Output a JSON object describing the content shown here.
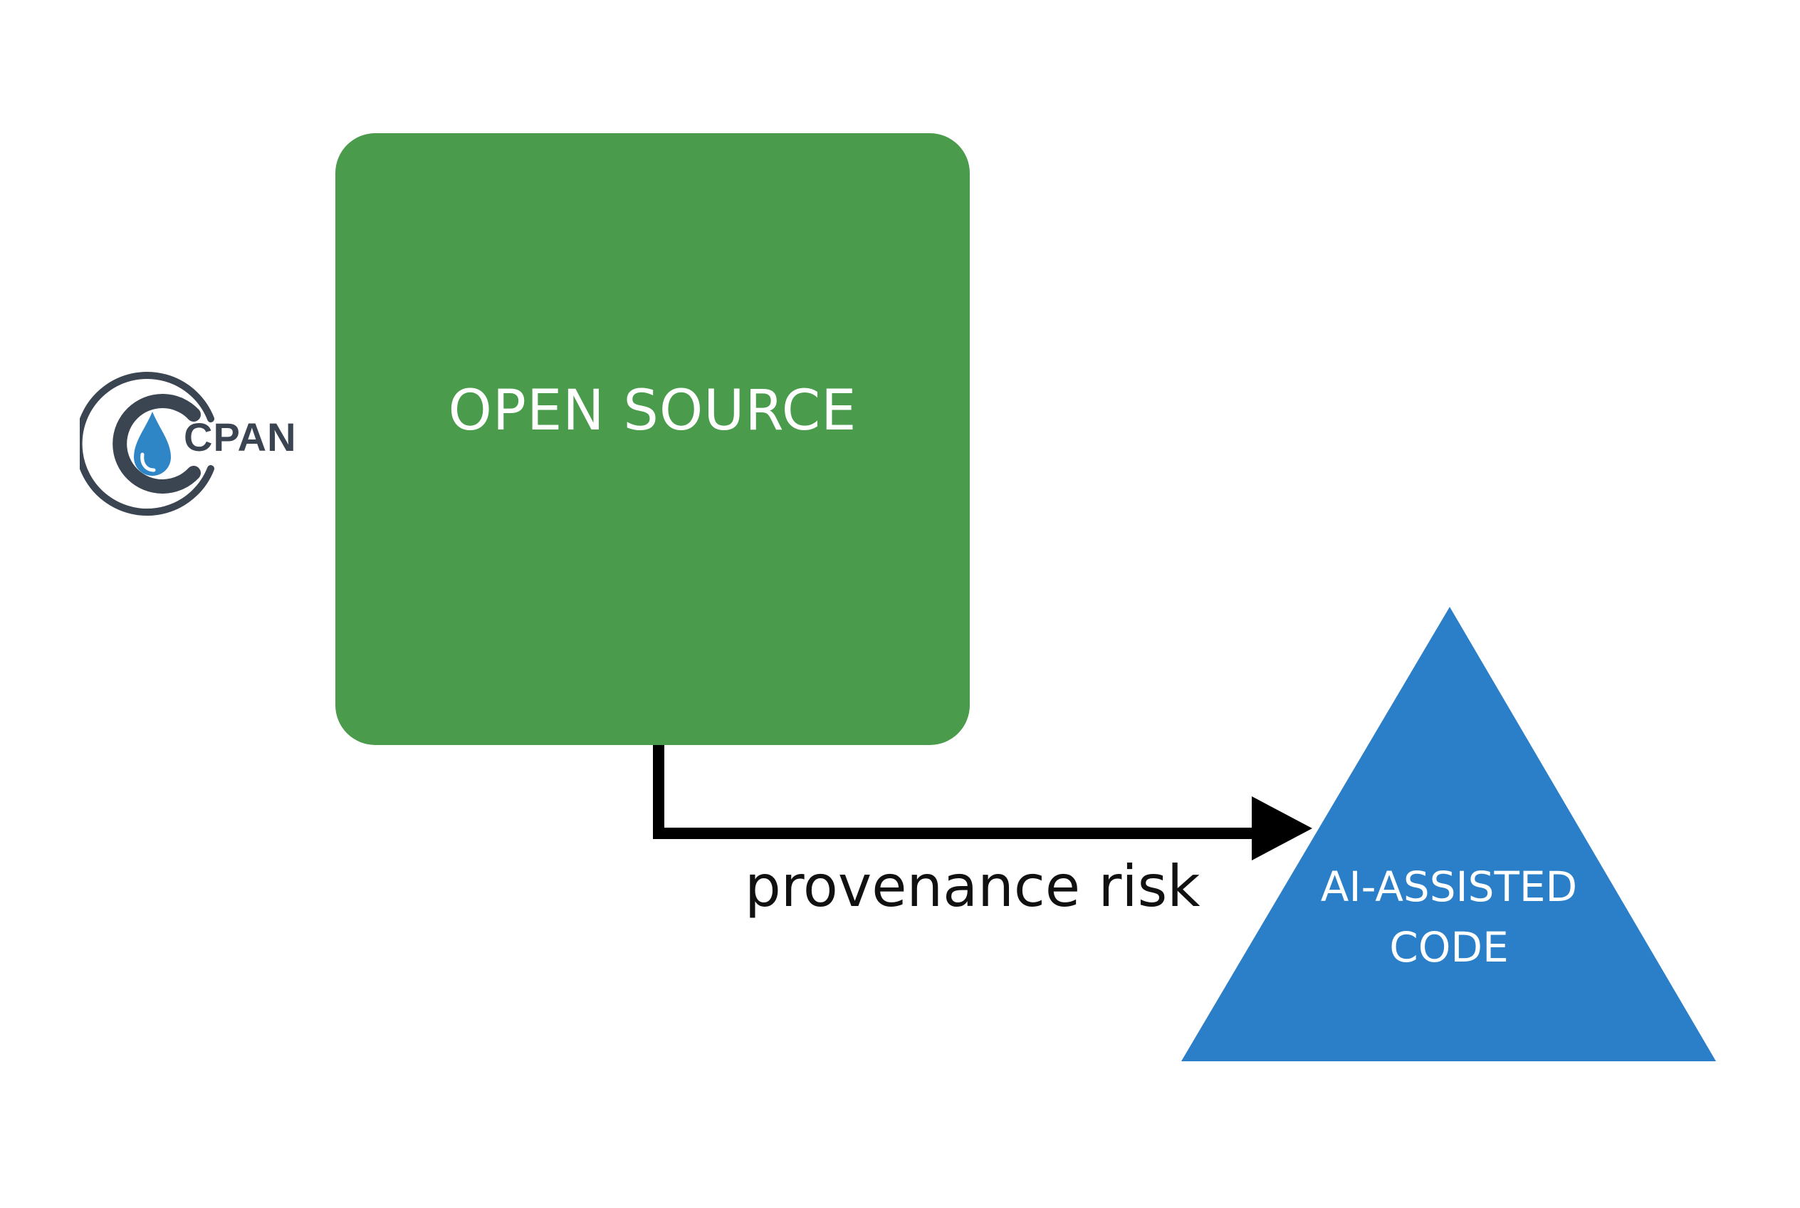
{
  "logo": {
    "text": "CPAN",
    "icon": "cpan-droplet-logo-icon",
    "colors": {
      "ring": "#3b4552",
      "drop": "#2f86c6"
    }
  },
  "nodes": {
    "open_source": {
      "label": "OPEN SOURCE",
      "shape": "rounded-square",
      "color": "#4a9b4b"
    },
    "ai_code": {
      "label_line1": "AI-ASSISTED",
      "label_line2": "CODE",
      "shape": "triangle",
      "color": "#2a7fc8"
    }
  },
  "edge": {
    "label": "provenance risk",
    "color": "#000000",
    "from": "open_source",
    "to": "ai_code"
  }
}
